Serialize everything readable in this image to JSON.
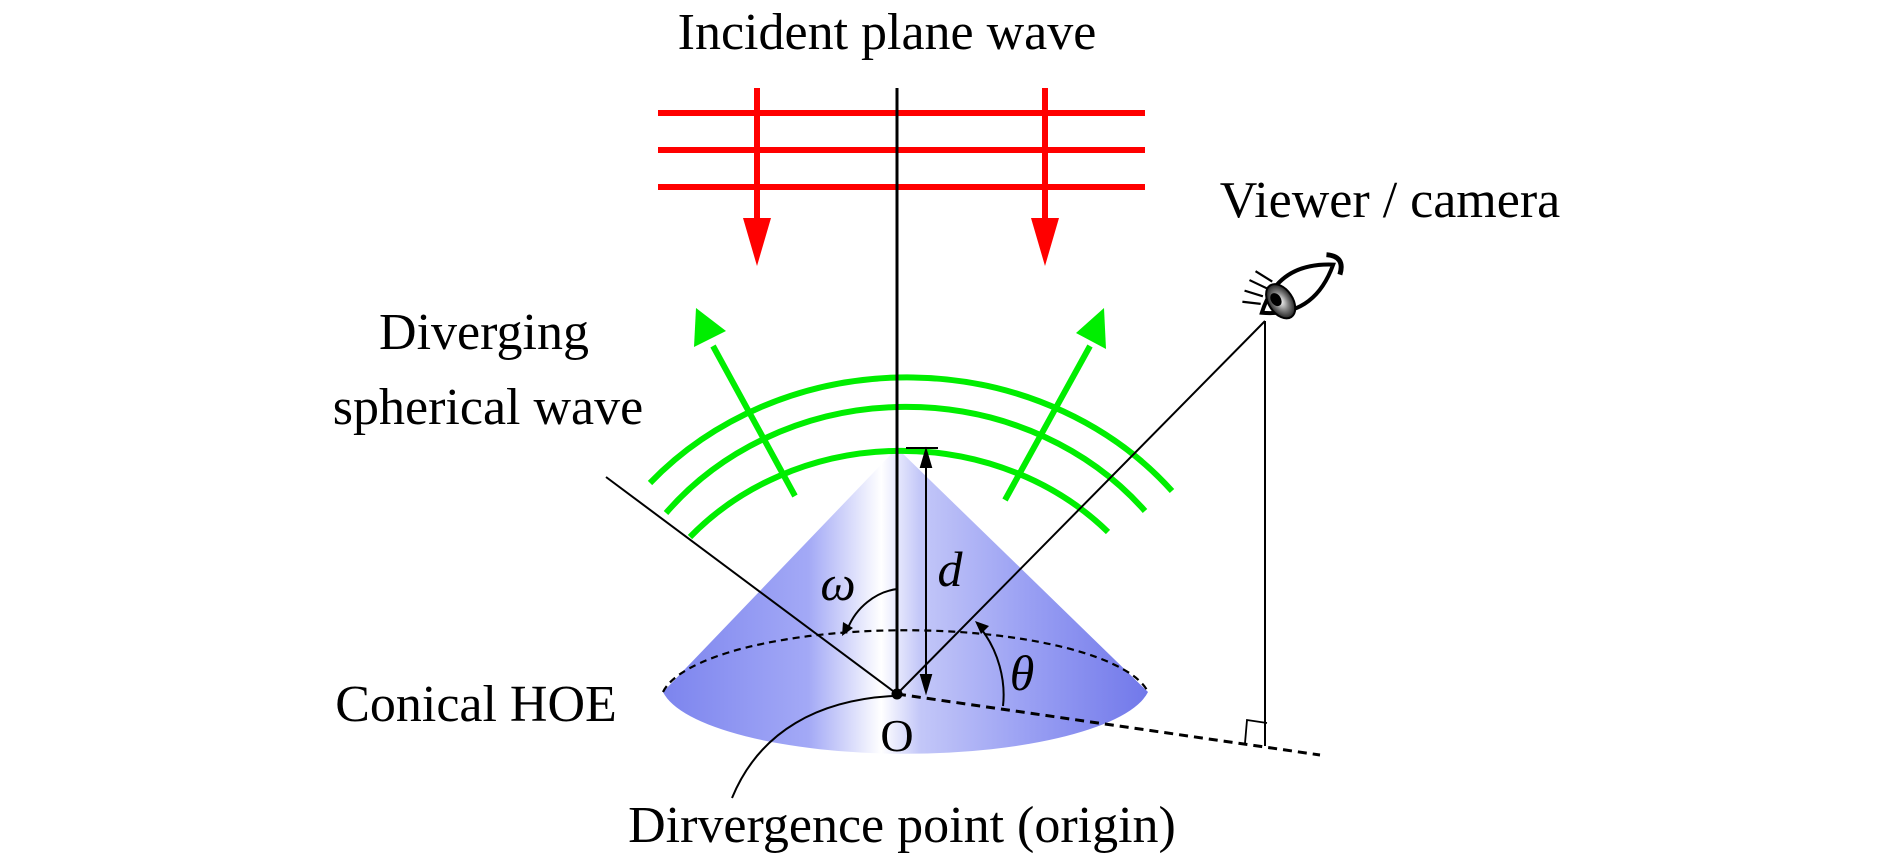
{
  "labels": {
    "incident_wave": "Incident plane wave",
    "viewer": "Viewer / camera",
    "diverging_line1": "Diverging",
    "diverging_line2": "spherical wave",
    "conical_hoe": "Conical HOE",
    "origin": "O",
    "divergence_point": "Dirvergence point (origin)"
  },
  "symbols": {
    "omega": "ω",
    "d": "d",
    "theta": "θ"
  },
  "icons": {
    "viewer": "eye-icon"
  },
  "colors": {
    "incident_wave": "#ff0000",
    "spherical_wave": "#00ee00",
    "cone_base": "#8f96f4",
    "cone_highlight": "#ffffff",
    "lines": "#000000"
  }
}
